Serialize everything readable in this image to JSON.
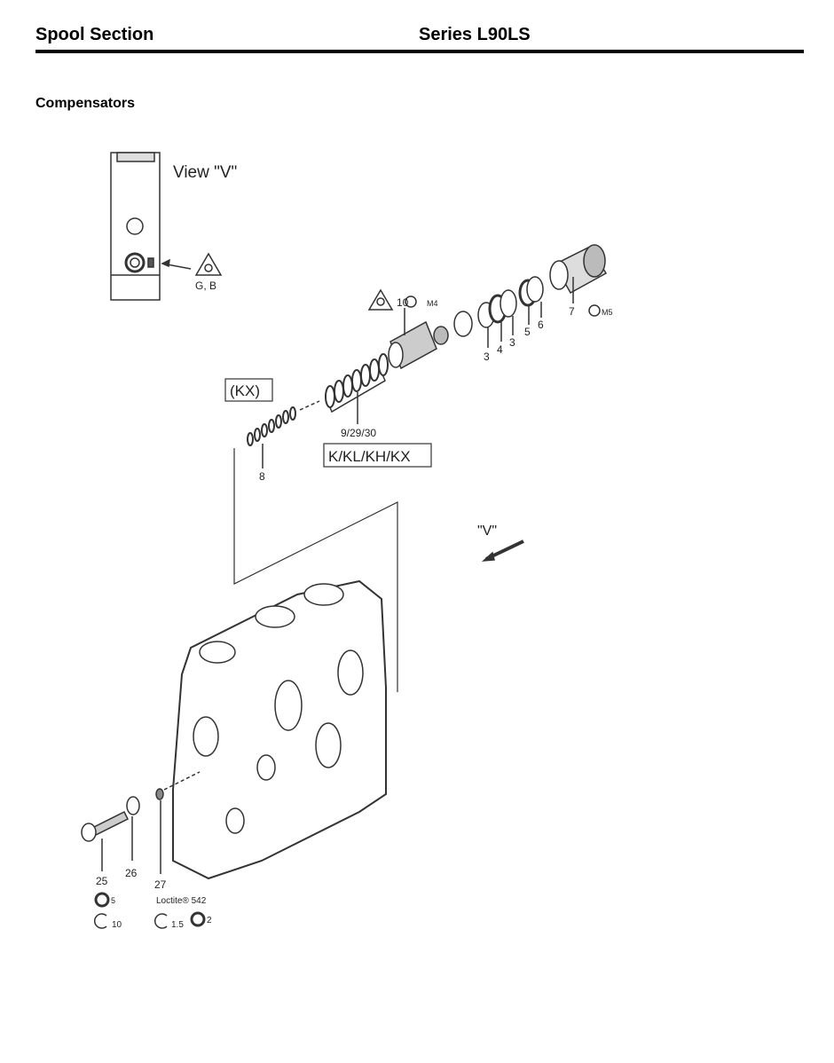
{
  "header": {
    "left_title": "Spool Section",
    "right_title": "Series L90LS"
  },
  "section_title": "Compensators",
  "diagram": {
    "view_label": "View \"V\"",
    "view_arrow_label": "\"V\"",
    "gb_label": "G, B",
    "kx_box": "(KX)",
    "variants_box": "K/KL/KH/KX",
    "parts": {
      "p3a": "3",
      "p4": "4",
      "p3b": "3",
      "p5": "5",
      "p6": "6",
      "p7": "7",
      "p7_torque": "M5",
      "p10": "10",
      "p10_torque": "M4",
      "p8": "8",
      "p9": "9/29/30",
      "p25": "25",
      "p26": "26",
      "p27": "27"
    },
    "notes": {
      "p25_hex": "5",
      "p25_torque": "10",
      "p27_adhesive": "Loctite® 542",
      "p27_torque": "1.5",
      "p27_hex": "2"
    }
  }
}
